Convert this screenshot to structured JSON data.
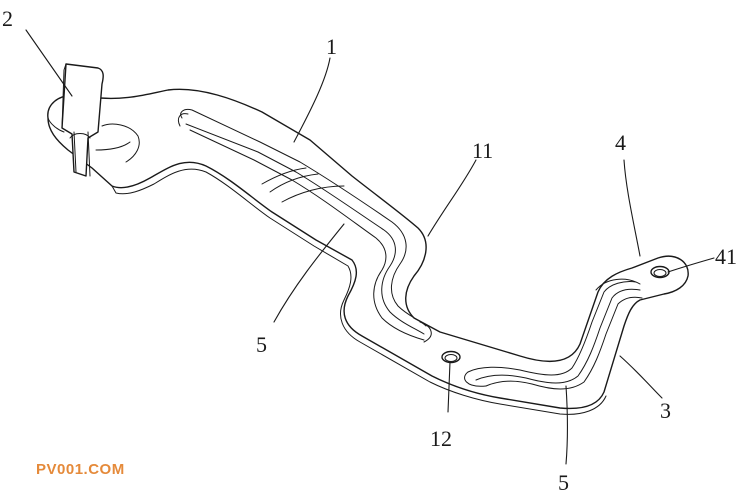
{
  "figure": {
    "labels": [
      {
        "key": "label-2",
        "text": "2"
      },
      {
        "key": "label-1",
        "text": "1"
      },
      {
        "key": "label-11",
        "text": "11"
      },
      {
        "key": "label-4",
        "text": "4"
      },
      {
        "key": "label-41",
        "text": "41"
      },
      {
        "key": "label-5-left",
        "text": "5"
      },
      {
        "key": "label-12",
        "text": "12"
      },
      {
        "key": "label-3",
        "text": "3"
      },
      {
        "key": "label-5-bottom",
        "text": "5"
      }
    ]
  },
  "watermark": {
    "text": "PV001.COM",
    "color": "#e58a3a"
  }
}
